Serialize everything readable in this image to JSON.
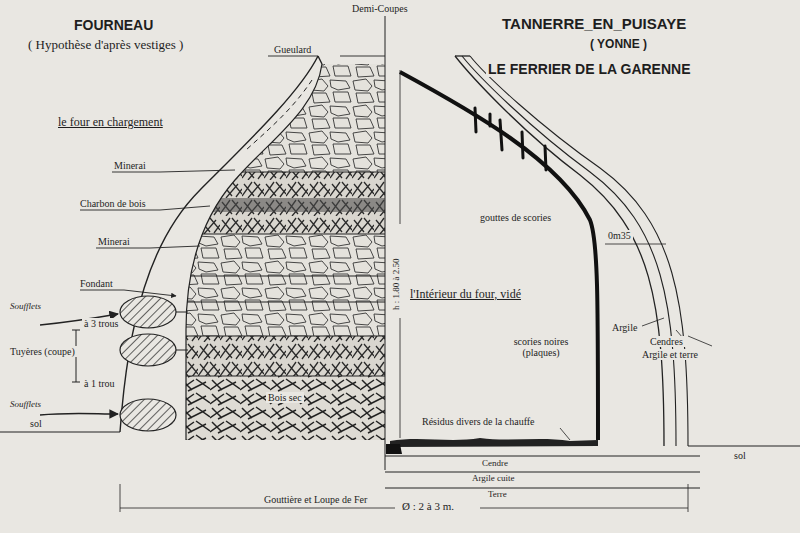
{
  "diagram": {
    "labels": [
      "Demi-Coupes",
      "FOURNEAU",
      "( Hypothèse d'après vestiges )",
      "TANNERRE_EN_PUISAYE",
      "( YONNE )",
      "LE FERRIER DE LA GARENNE",
      "Gueulard",
      "le four en chargement",
      "Minerai",
      "Charbon de bois",
      "Minerai",
      "Fondant",
      "Soufflets",
      "à 3 trous",
      "Tuyères (coupe)",
      "à 1 trou",
      "Soufflets",
      "sol",
      "Bois sec",
      "gouttes de scories",
      "h : 1.80 à 2.50",
      "0m35",
      "l'Intérieur du four, vidé",
      "Argile",
      "Cendres",
      "Argile et terre",
      "scories noires (plaques)",
      "Résidus divers de la chauffe",
      "sol",
      "Cendre",
      "Argile cuite",
      "Terre",
      "Gouttière et Loupe de Fer",
      "Ø : 2 à 3 m."
    ]
  }
}
